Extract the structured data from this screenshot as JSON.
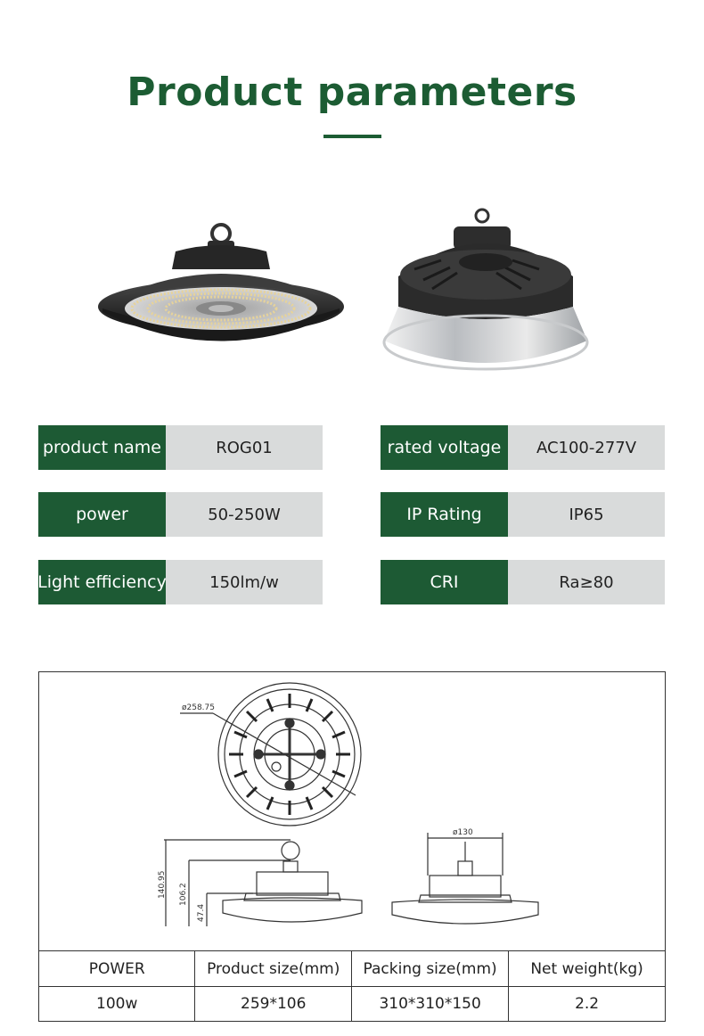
{
  "header": {
    "title": "Product parameters"
  },
  "params": [
    {
      "label": "product name",
      "value": "ROG01"
    },
    {
      "label": "rated voltage",
      "value": "AC100-277V"
    },
    {
      "label": "power",
      "value": "50-250W"
    },
    {
      "label": "IP Rating",
      "value": "IP65"
    },
    {
      "label": "Light efficiency",
      "value": "150lm/w"
    },
    {
      "label": "CRI",
      "value": "Ra≥80"
    }
  ],
  "drawing": {
    "dim_diameter": "ø258.75",
    "dim_height_total": "140.95",
    "dim_height_body": "106.2",
    "dim_height_base": "47.4",
    "dim_top_diameter": "ø130"
  },
  "spec_table": {
    "headers": [
      "POWER",
      "Product  size(mm)",
      "Packing  size(mm)",
      "Net weight(kg)"
    ],
    "rows": [
      [
        "100w",
        "259*106",
        "310*310*150",
        "2.2"
      ]
    ]
  }
}
